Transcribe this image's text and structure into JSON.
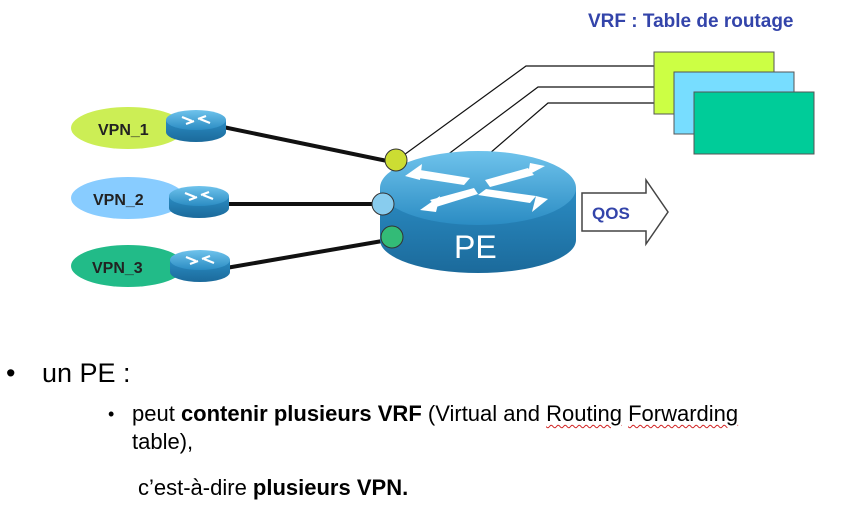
{
  "diagram": {
    "vrf_title": "VRF : Table de routage",
    "vpns": [
      {
        "label": "VPN_1",
        "color": "#ccee55"
      },
      {
        "label": "VPN_2",
        "color": "#88ccff"
      },
      {
        "label": "VPN_3",
        "color": "#22bb88"
      }
    ],
    "pe_label": "PE",
    "qos_label": "QOS",
    "vrf_tables": [
      {
        "color": "#ccff44"
      },
      {
        "color": "#77ddff"
      },
      {
        "color": "#00cc99"
      }
    ],
    "interface_colors": [
      "#ccdd33",
      "#88ccee",
      "#33bb77"
    ],
    "router_color": "#2a8fc4"
  },
  "text": {
    "bullet1": "un PE :",
    "bullet2_part1": "peut ",
    "bullet2_bold": "contenir plusieurs VRF",
    "bullet2_part2": " (Virtual and  ",
    "bullet2_routing": "Routing",
    "bullet2_space": " ",
    "bullet2_forwarding": "Forwarding",
    "bullet2_line2": "table),",
    "bullet2_line3_part1": "c’est-à-dire ",
    "bullet2_line3_bold": "plusieurs VPN."
  }
}
